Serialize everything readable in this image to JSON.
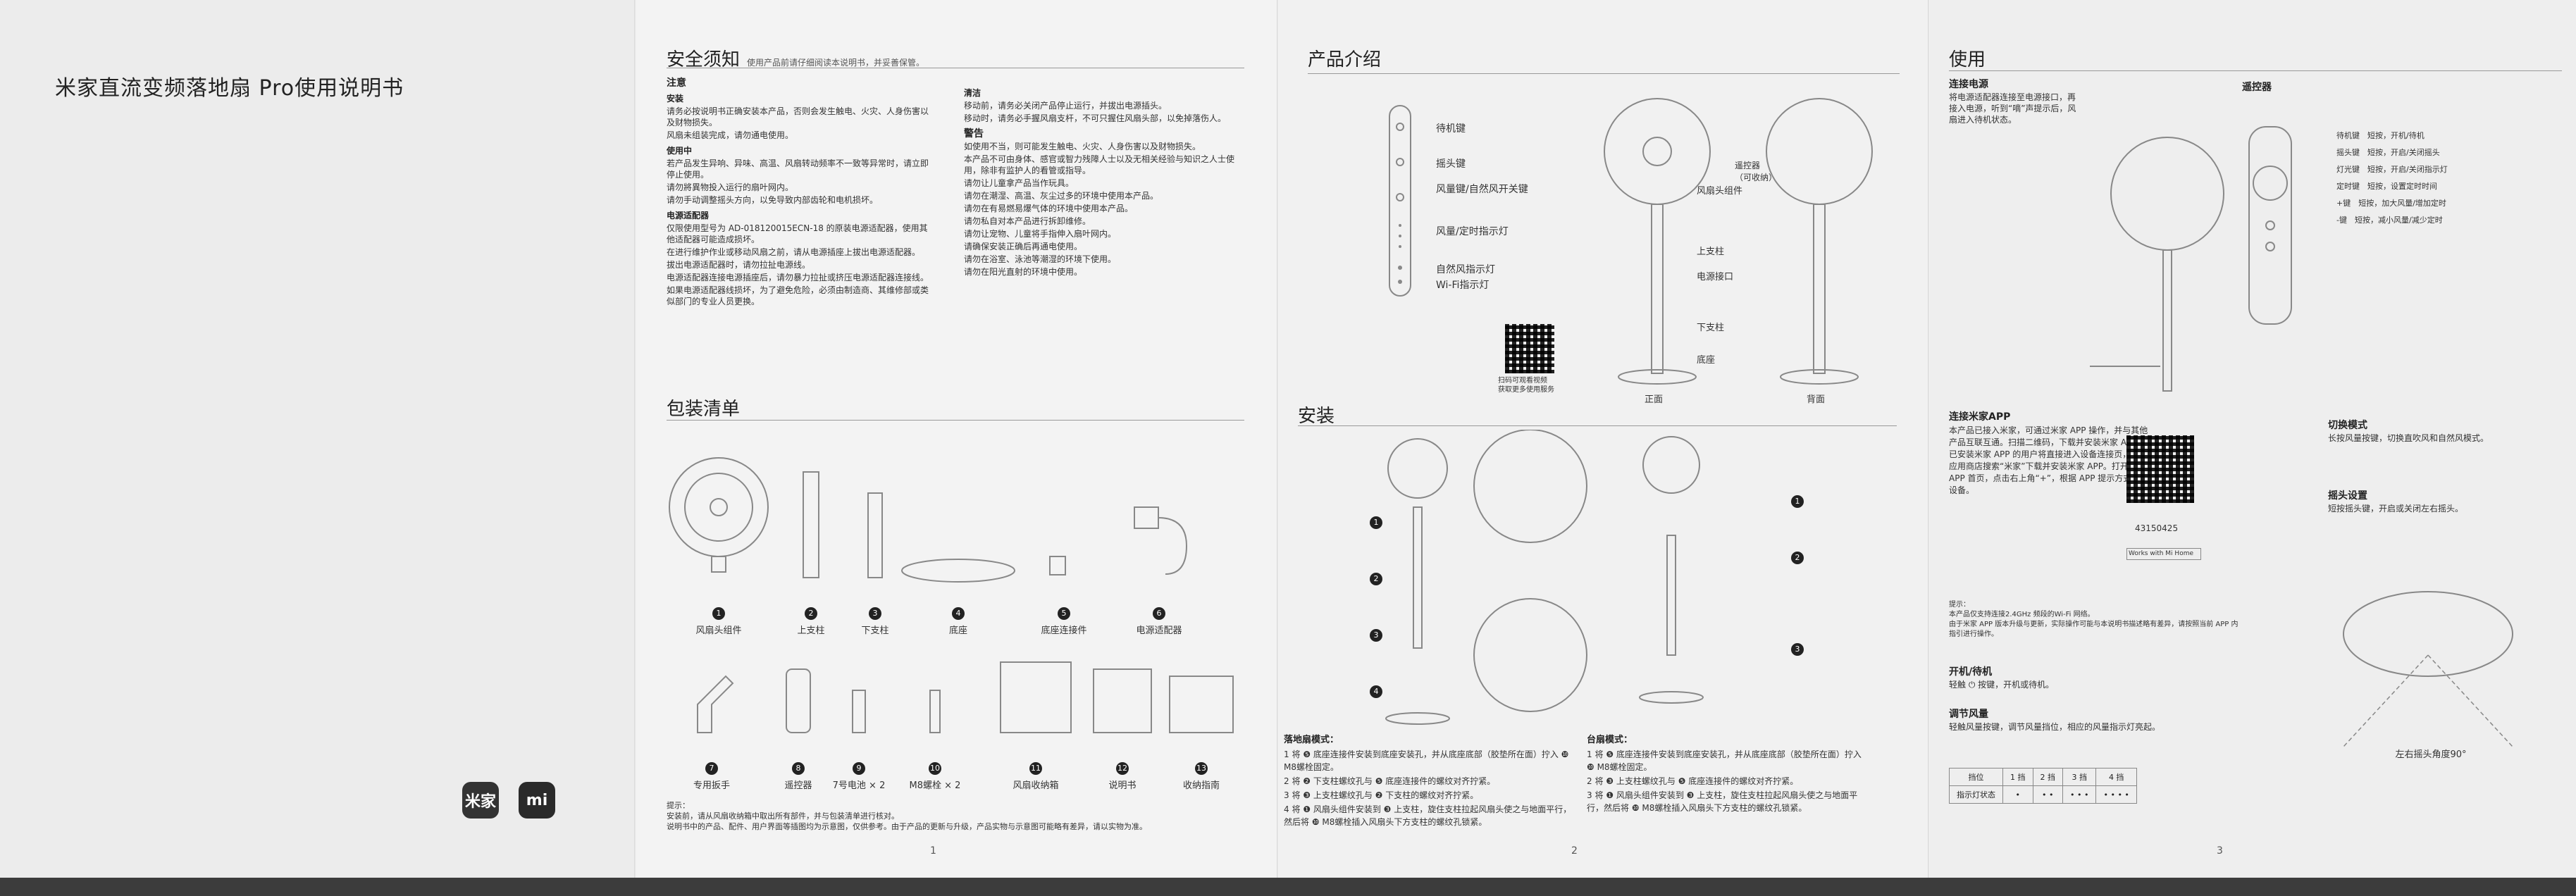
{
  "cover": {
    "title": "米家直流变频落地扇 Pro使用说明书",
    "logo1": "米家",
    "logo2": "mi"
  },
  "safety": {
    "title": "安全须知",
    "subtitle": "使用产品前请仔细阅读本说明书，并妥善保管。",
    "notice_heading": "注意",
    "install_heading": "安装",
    "install_items": [
      "请务必按说明书正确安装本产品，否则会发生触电、火灾、人身伤害以及财物损失。",
      "风扇未组装完成，请勿通电使用。"
    ],
    "use_heading": "使用中",
    "use_items": [
      "若产品发生异响、异味、高温、风扇转动频率不一致等异常时，请立即停止使用。",
      "请勿將異物投入运行的扇叶网内。",
      "请勿手动调整摇头方向，以免导致内部齿轮和电机损坏。"
    ],
    "adapter_heading": "电源适配器",
    "adapter_items": [
      "仅限使用型号为 AD-018120015ECN-18 的原装电源适配器，使用其他适配器可能造成损坏。",
      "在进行维护作业或移动风扇之前，请从电源插座上拔出电源适配器。",
      "拔出电源适配器时，请勿拉扯电源线。",
      "电源适配器连接电源插座后，请勿暴力拉扯或挤压电源适配器连接线。",
      "如果电源适配器线损坏，为了避免危险，必须由制造商、其维修部或类似部门的专业人员更换。"
    ],
    "clean_heading": "清洁",
    "clean_items": [
      "移动前，请务必关闭产品停止运行，并拔出电源插头。",
      "移动时，请务必手握风扇支杆，不可只握住风扇头部，以免掉落伤人。"
    ],
    "warning_heading": "警告",
    "warning_lead": "如使用不当，则可能发生触电、火灾、人身伤害以及财物损失。",
    "warning_items": [
      "本产品不可由身体、感官或智力残障人士以及无相关经验与知识之人士使用，除非有监护人的看管或指导。",
      "请勿让儿童拿产品当作玩具。",
      "请勿在潮湿、高温、灰尘过多的环境中使用本产品。",
      "请勿在有易燃易爆气体的环境中使用本产品。",
      "请勿私自对本产品进行拆卸维修。",
      "请勿让宠物、儿童将手指伸入扇叶网内。",
      "请确保安装正确后再通电使用。",
      "请勿在浴室、泳池等潮湿的环境下使用。",
      "请勿在阳光直射的环境中使用。"
    ]
  },
  "packing": {
    "title": "包装清单",
    "items": [
      {
        "n": "1",
        "label": "风扇头组件"
      },
      {
        "n": "2",
        "label": "上支柱"
      },
      {
        "n": "3",
        "label": "下支柱"
      },
      {
        "n": "4",
        "label": "底座"
      },
      {
        "n": "5",
        "label": "底座连接件"
      },
      {
        "n": "6",
        "label": "电源适配器"
      },
      {
        "n": "7",
        "label": "专用扳手"
      },
      {
        "n": "8",
        "label": "遥控器"
      },
      {
        "n": "9",
        "label": "7号电池 × 2"
      },
      {
        "n": "10",
        "label": "M8螺栓 × 2"
      },
      {
        "n": "11",
        "label": "风扇收纳箱"
      },
      {
        "n": "12",
        "label": "说明书"
      },
      {
        "n": "13",
        "label": "收纳指南"
      }
    ],
    "note_heading": "提示：",
    "notes": [
      "安装前，请从风扇收纳箱中取出所有部件，并与包装清单进行核对。",
      "说明书中的产品、配件、用户界面等插图均为示意图，仅供参考。由于产品的更新与升级，产品实物与示意图可能略有差异，请以实物为准。"
    ],
    "page": "1"
  },
  "product": {
    "title": "产品介绍",
    "labels": [
      "待机键",
      "摇头键",
      "风量键/自然风开关键",
      "风量/定时指示灯",
      "自然风指示灯",
      "Wi-Fi指示灯"
    ],
    "parts": [
      "风扇头组件",
      "上支柱",
      "电源接口",
      "下支柱",
      "底座"
    ],
    "remote_label": "遥控器",
    "remote_note": "（可收纳）",
    "qr_caption": "扫码可观看视频\n获取更多使用服务",
    "front": "正面",
    "back": "背面"
  },
  "install": {
    "title": "安装",
    "mode1_heading": "落地扇模式：",
    "mode1_steps": [
      "将 ❺ 底座连接件安装到底座安装孔，并从底座底部（胶垫所在面）拧入 ❿ M8螺栓固定。",
      "将 ❷ 下支柱螺纹孔与 ❺ 底座连接件的螺纹对齐拧紧。",
      "将 ❸ 上支柱螺纹孔与 ❷ 下支柱的螺纹对齐拧紧。",
      "将 ❶ 风扇头组件安装到 ❸ 上支柱，旋住支柱拉起风扇头使之与地面平行，然后将 ❿ M8螺栓插入风扇头下方支柱的螺纹孔锁紧。"
    ],
    "mode2_heading": "台扇模式：",
    "mode2_steps": [
      "将 ❺ 底座连接件安装到底座安装孔，并从底座底部（胶垫所在面）拧入 ❿ M8螺栓固定。",
      "将 ❸ 上支柱螺纹孔与 ❺ 底座连接件的螺纹对齐拧紧。",
      "将 ❶ 风扇头组件安装到 ❸ 上支柱，旋住支柱拉起风扇头使之与地面平行，然后将 ❿ M8螺栓插入风扇头下方支柱的螺纹孔锁紧。"
    ],
    "page": "2"
  },
  "usage": {
    "title": "使用",
    "connect_heading": "连接电源",
    "connect_text": "将电源适配器连接至电源接口，再接入电源，听到“嘀”声提示后，风扇进入待机状态。",
    "remote_heading": "遥控器",
    "remote_items": [
      "待机键",
      "摇头键",
      "灯光键",
      "定时键",
      "+键",
      "-键"
    ],
    "remote_desc": [
      "短按，开机/待机",
      "短按，开启/关闭摇头",
      "短按，开启/关闭指示灯",
      "短按，设置定时时间",
      "短按，加大风量/增加定时",
      "短按，减小风量/减少定时"
    ],
    "app_heading": "连接米家APP",
    "app_text": "本产品已接入米家，可通过米家 APP 操作，并与其他产品互联互通。扫描二维码，下载并安装米家 APP。已安装米家 APP 的用户将直接进入设备连接页，或在应用商店搜索“米家”下载并安装米家 APP。打开米家 APP 首页，点击右上角“+”，根据 APP 提示方式添加设备。",
    "qr_code": "43150425",
    "works_with": "Works with Mi Home",
    "app_note_heading": "提示：",
    "app_notes": [
      "本产品仅支持连接2.4GHz 频段的Wi-Fi 网络。",
      "由于米家 APP 版本升级与更新，实际操作可能与本说明书描述略有差异，请按照当前 APP 内指引进行操作。"
    ],
    "power_heading": "开机/待机",
    "power_text": "轻触 ⏻ 按键，开机或待机。",
    "speed_heading": "调节风量",
    "speed_text": "轻触风量按键，调节风量挡位，相应的风量指示灯亮起。",
    "speed_table_headers": [
      "挡位",
      "1 挡",
      "2 挡",
      "3 挡",
      "4 挡"
    ],
    "speed_table_row": "指示灯状态",
    "switch_heading": "切换模式",
    "switch_text": "长按风量按键，切换直吹风和自然风模式。",
    "swing_heading": "摇头设置",
    "swing_text": "短按摇头键，开启或关闭左右摇头。",
    "angle_caption": "左右摇头角度90°",
    "page": "3"
  }
}
